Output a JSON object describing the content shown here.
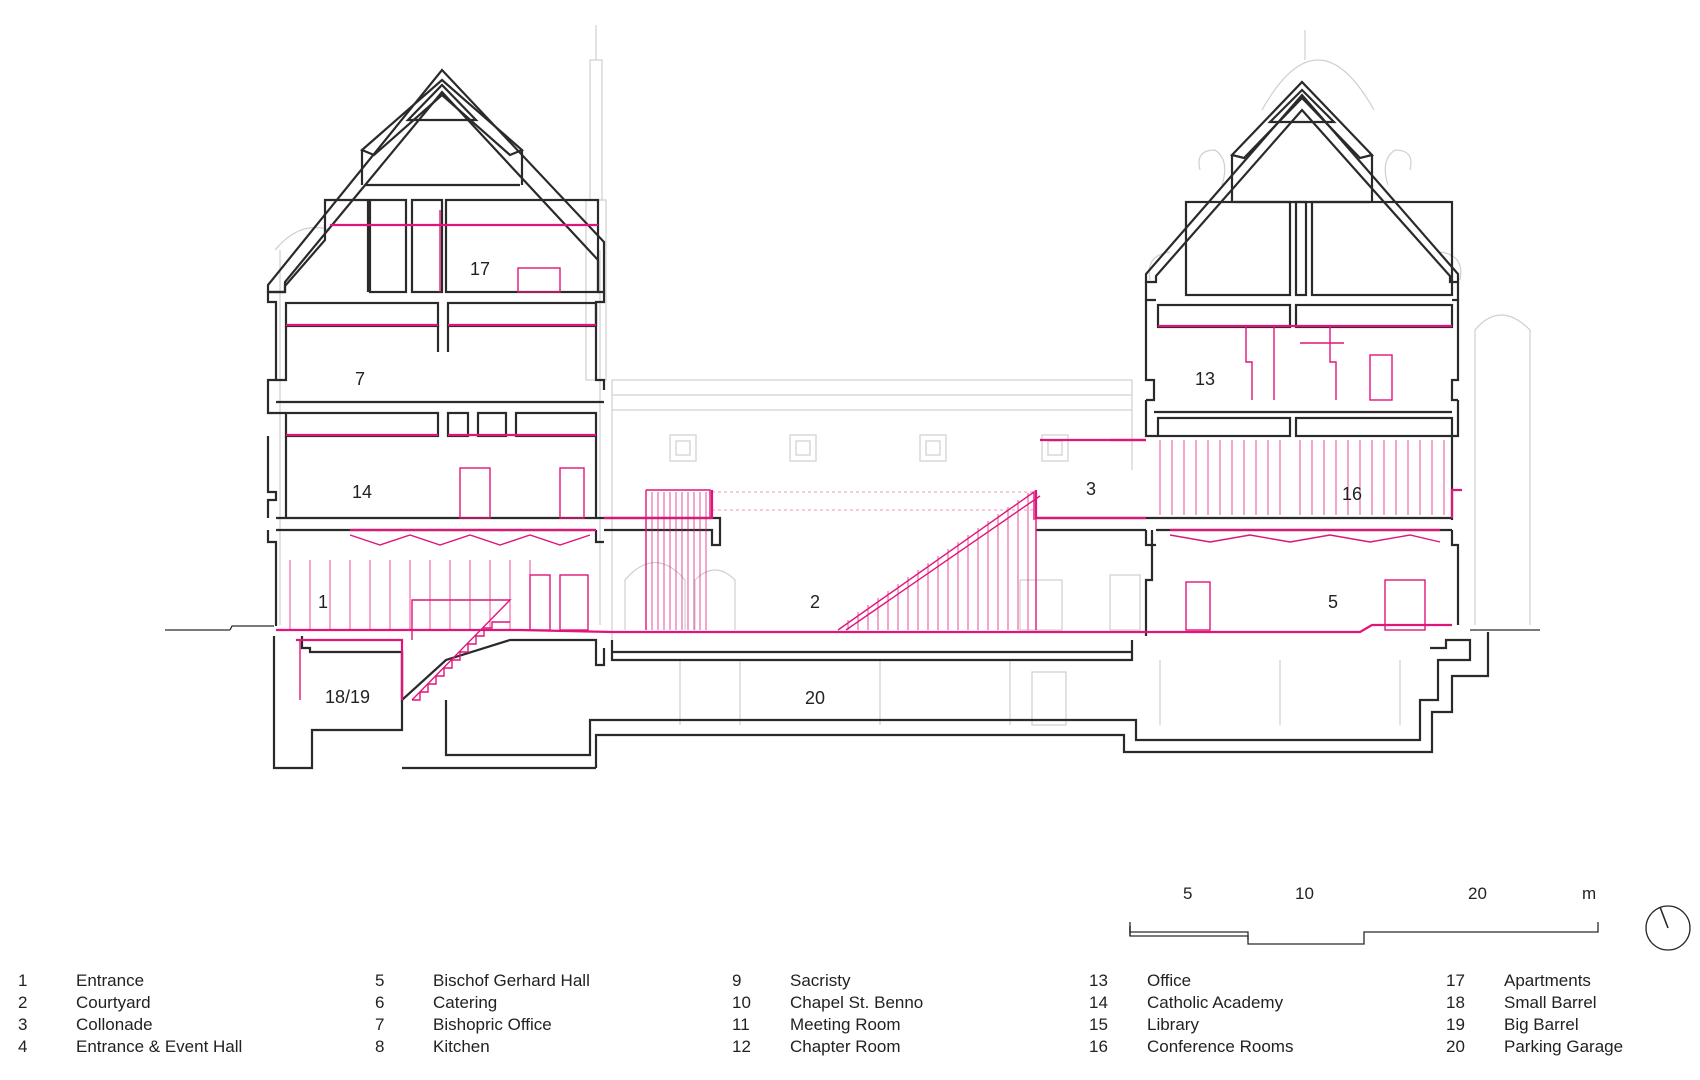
{
  "room_labels": {
    "r1": "1",
    "r2": "2",
    "r3": "3",
    "r5": "5",
    "r7": "7",
    "r13": "13",
    "r14": "14",
    "r16": "16",
    "r17": "17",
    "r1819": "18/19",
    "r20": "20"
  },
  "scale_bar": {
    "labels": [
      "5",
      "10",
      "20",
      "m"
    ]
  },
  "colors": {
    "line": "#2a2a2a",
    "accent": "#e0157a",
    "ghost": "#cfcfcf"
  },
  "legend": {
    "columns": [
      [
        {
          "num": "1",
          "label": "Entrance"
        },
        {
          "num": "2",
          "label": "Courtyard"
        },
        {
          "num": "3",
          "label": "Collonade"
        },
        {
          "num": "4",
          "label": "Entrance & Event Hall"
        }
      ],
      [
        {
          "num": "5",
          "label": "Bischof Gerhard Hall"
        },
        {
          "num": "6",
          "label": "Catering"
        },
        {
          "num": "7",
          "label": "Bishopric Office"
        },
        {
          "num": "8",
          "label": "Kitchen"
        }
      ],
      [
        {
          "num": "9",
          "label": "Sacristy"
        },
        {
          "num": "10",
          "label": "Chapel St. Benno"
        },
        {
          "num": "11",
          "label": "Meeting Room"
        },
        {
          "num": "12",
          "label": "Chapter Room"
        }
      ],
      [
        {
          "num": "13",
          "label": "Office"
        },
        {
          "num": "14",
          "label": "Catholic Academy"
        },
        {
          "num": "15",
          "label": "Library"
        },
        {
          "num": "16",
          "label": "Conference Rooms"
        }
      ],
      [
        {
          "num": "17",
          "label": "Apartments"
        },
        {
          "num": "18",
          "label": "Small Barrel"
        },
        {
          "num": "19",
          "label": "Big Barrel"
        },
        {
          "num": "20",
          "label": "Parking Garage"
        }
      ]
    ]
  }
}
